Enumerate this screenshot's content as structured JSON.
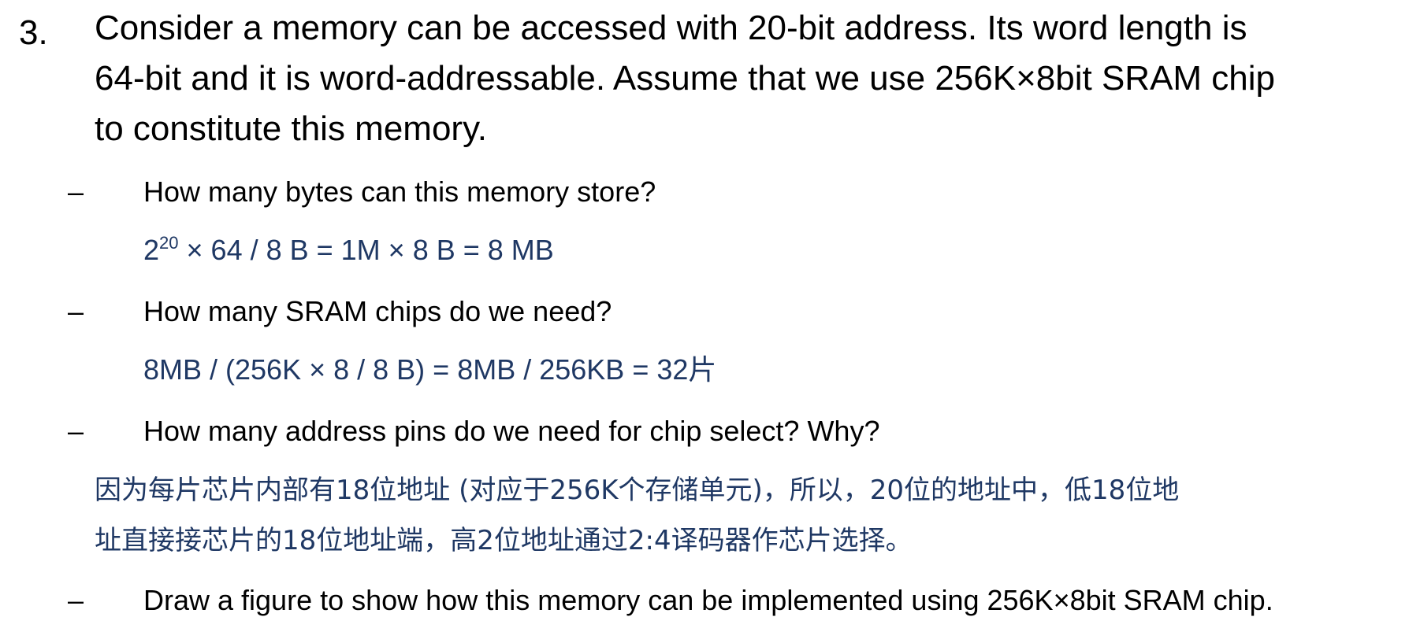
{
  "question": {
    "number": "3.",
    "lines": [
      "Consider a memory can be accessed with 20-bit address. Its word length is",
      "64-bit and it is word-addressable. Assume that we use 256K×8bit SRAM chip",
      "to constitute this memory."
    ]
  },
  "bullet": "–",
  "subquestions": [
    {
      "text": "How many bytes can this memory store?",
      "answer_base": "2",
      "answer_exp": "20",
      "answer_rest": " × 64 / 8 B = 1M × 8 B = 8 MB"
    },
    {
      "text": "How many SRAM chips do we need?",
      "answer": "8MB / (256K × 8 / 8 B) = 8MB / 256KB = 32片"
    },
    {
      "text": "How many address pins do we need for chip select? Why?",
      "answer_lines": [
        "因为每片芯片内部有18位地址 (对应于256K个存储单元)，所以，20位的地址中，低18位地",
        "址直接接芯片的18位地址端，高2位地址通过2:4译码器作芯片选择。"
      ]
    },
    {
      "text": "Draw a figure to show how this memory can be implemented using 256K×8bit SRAM chip."
    }
  ]
}
